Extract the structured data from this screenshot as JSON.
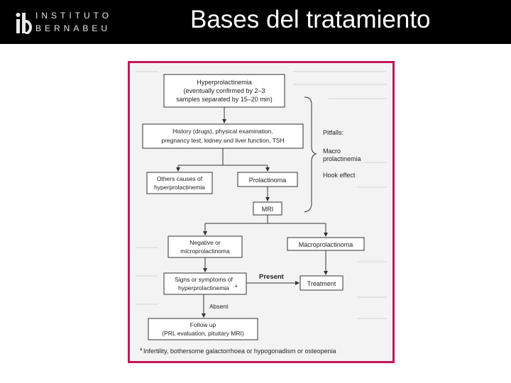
{
  "header": {
    "logo_line1": "INSTITUTO",
    "logo_line2": "BERNABEU",
    "title": "Bases del tratamiento"
  },
  "diagram": {
    "frame_color": "#c2185b",
    "hyper": [
      "Hyperprolactinemia",
      "(eventually confirmed by 2–3",
      "samples separated by 15–20 min)"
    ],
    "history": [
      "History (drugs), physical examination,",
      "pregnancy test, kidney and liver function, TSH"
    ],
    "pitfalls": [
      "Pitfalls:",
      "Macro",
      "prolactinemia",
      "Hook effect"
    ],
    "others": [
      "Others causes of",
      "hyperprolactinemia"
    ],
    "prolactinoma": "Prolactinoma",
    "mri": "MRI",
    "negative": [
      "Negative or",
      "microprolactinoma"
    ],
    "macro": "Macroprolactinoma",
    "signs": [
      "Signs or symptoms of",
      "hyperprolactinemia"
    ],
    "signs_superscript": "a",
    "present": "Present",
    "treatment": "Treatment",
    "absent": "Absent",
    "followup": [
      "Follow up",
      "(PRL evaluation, pituitary MRI)"
    ],
    "footnote_marker": "a",
    "footnote": "Infertility, bothersome galactorrhoea or hypogonadism or osteopenia"
  }
}
